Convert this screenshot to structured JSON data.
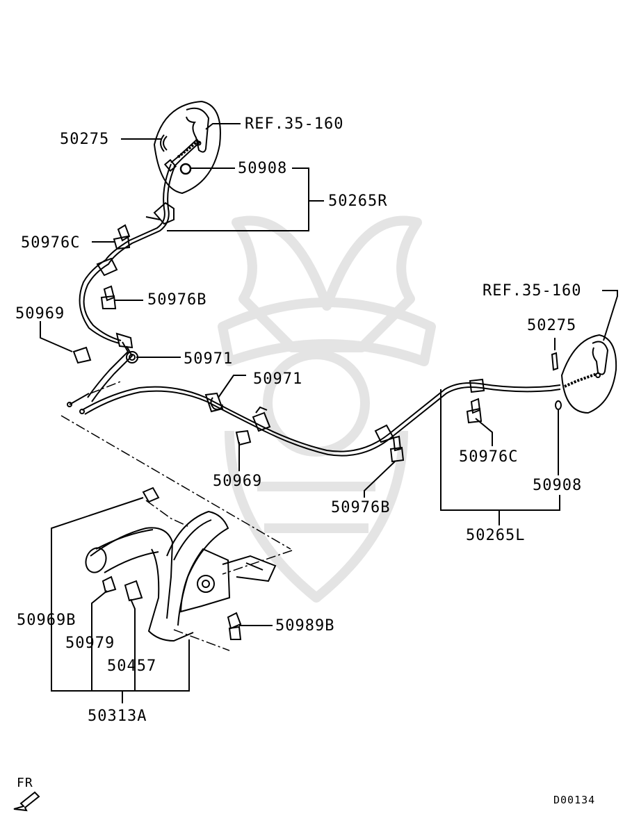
{
  "diagram": {
    "labels": {
      "ref_35_160_upper": "REF.35-160",
      "p50275_upper": "50275",
      "p50908_upper": "50908",
      "p50265R": "50265R",
      "p50976C_upper": "50976C",
      "p50976B_upper": "50976B",
      "p50969_upper": "50969",
      "p50971_upper": "50971",
      "p50971_mid": "50971",
      "p50969_mid": "50969",
      "ref_35_160_right": "REF.35-160",
      "p50275_right": "50275",
      "p50976C_right": "50976C",
      "p50908_right": "50908",
      "p50976B_mid": "50976B",
      "p50265L": "50265L",
      "p50969B": "50969B",
      "p50979": "50979",
      "p50457": "50457",
      "p50989B": "50989B",
      "p50313A": "50313A",
      "fr": "FR",
      "diagram_code": "D00134"
    },
    "icons": {
      "front_arrow": "front-direction-arrow-icon"
    },
    "colors": {
      "line": "#000000",
      "watermark": "#e4e4e4",
      "background": "#ffffff"
    }
  }
}
